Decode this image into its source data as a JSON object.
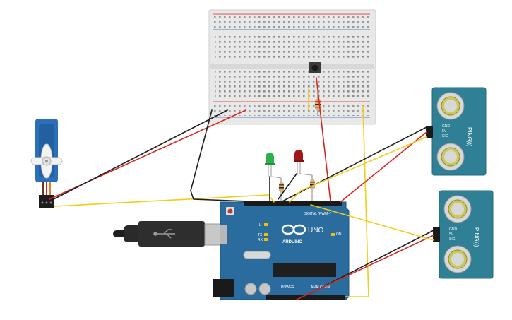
{
  "arduino": {
    "brand_text": "ARDUINO",
    "model_text": "UNO",
    "digital_label": "DIGITAL (PWM~)",
    "analog_label": "ANALOG IN",
    "power_label": "POWER",
    "on_label": "ON",
    "l_label": "L",
    "tx_label": "TX",
    "rx_label": "RX"
  },
  "sensors": [
    {
      "title": "PING)))",
      "pins": [
        "GND",
        "5V",
        "SIG"
      ]
    },
    {
      "title": "PING)))",
      "pins": [
        "GND",
        "5V",
        "SIG"
      ]
    }
  ],
  "colors": {
    "wire_red": "#d9261c",
    "wire_black": "#1e1e1e",
    "wire_yellow": "#f0cf1a",
    "board_blue": "#2b6c9e",
    "sensor_teal": "#2f7f95",
    "servo_blue": "#2a6fb8",
    "led_green": "#2bb34a",
    "led_red": "#a01818"
  }
}
